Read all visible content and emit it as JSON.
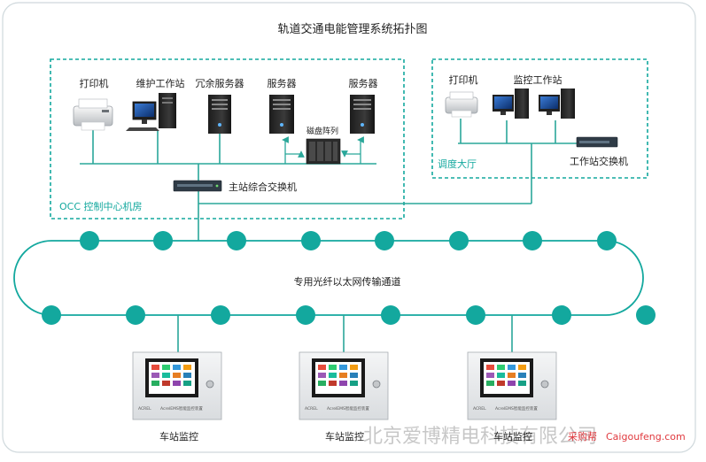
{
  "title": "轨道交通电能管理系统拓扑图",
  "occ": {
    "label": "OCC 控制中心机房",
    "devices": {
      "printer": "打印机",
      "maintenance_workstation": "维护工作站",
      "redundant_server": "冗余服务器",
      "server_a": "服务器",
      "server_b": "服务器",
      "disk_array": "磁盘阵列"
    },
    "main_switch": "主站综合交换机"
  },
  "dispatch": {
    "label": "调度大厅",
    "devices": {
      "printer": "打印机",
      "monitor_workstation": "监控工作站"
    },
    "switch": "工作站交换机"
  },
  "ring": {
    "label": "专用光纤以太网传输通道"
  },
  "stations": [
    {
      "label": "车站监控",
      "panel_brand": "ACREL",
      "panel_text": "AcrelEMS智能监控装置"
    },
    {
      "label": "车站监控",
      "panel_brand": "ACREL",
      "panel_text": "AcrelEMS智能监控装置"
    },
    {
      "label": "车站监控",
      "panel_brand": "ACREL",
      "panel_text": "AcrelEMS智能监控装置"
    }
  ],
  "watermark": {
    "cn": "北京爱博精电科技有限公司",
    "site_cn": "采购帮",
    "site_en": "Caigoufeng.com"
  },
  "colors": {
    "teal": "#13a89e",
    "line": "#2aa79a",
    "frame": "#cfd8dc",
    "text": "#222222"
  }
}
